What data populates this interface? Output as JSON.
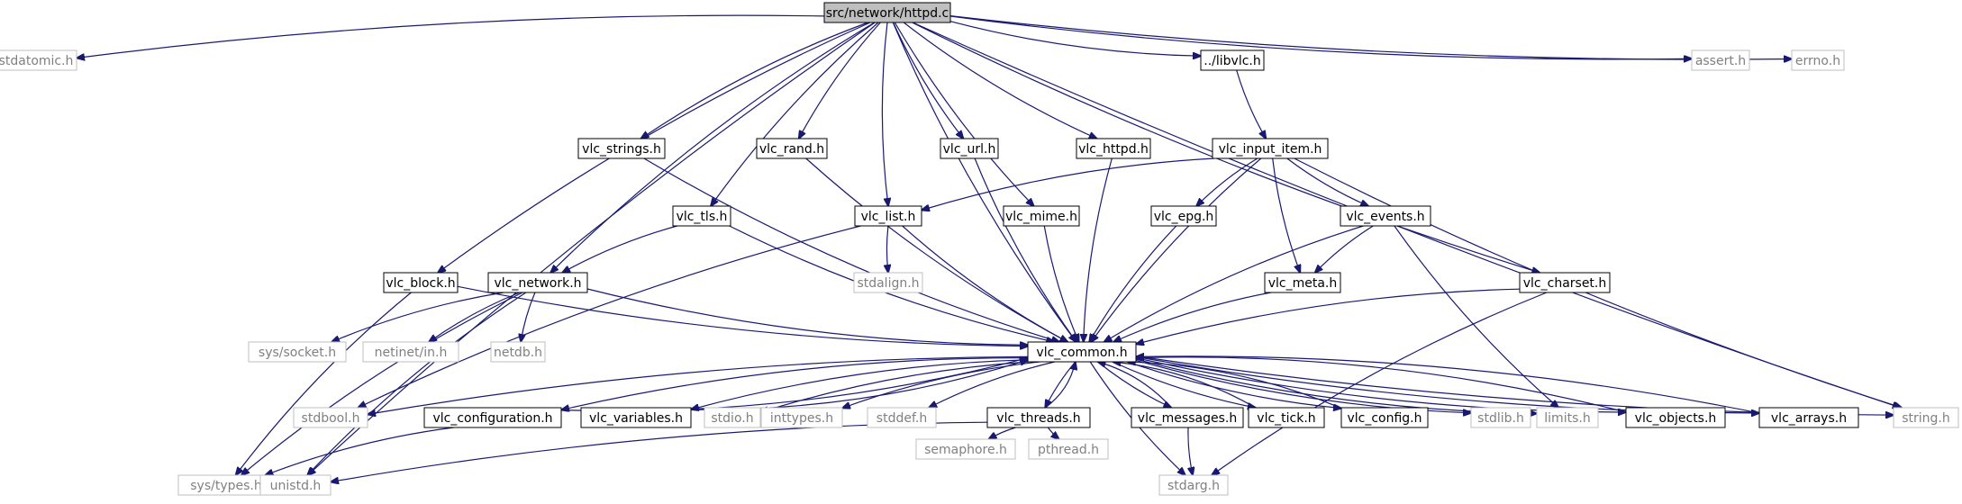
{
  "graph": {
    "colors": {
      "edge": "#191970",
      "root_fill": "#bfbfbf",
      "node_border": "#000000",
      "external_border": "#bfbfbf",
      "external_text": "#808080",
      "text": "#000000"
    },
    "nodes": [
      {
        "id": "httpd_c",
        "label": "src/network/httpd.c",
        "kind": "root"
      },
      {
        "id": "stdatomic",
        "label": "stdatomic.h",
        "kind": "external"
      },
      {
        "id": "libvlc",
        "label": "../libvlc.h",
        "kind": "internal"
      },
      {
        "id": "assert",
        "label": "assert.h",
        "kind": "external"
      },
      {
        "id": "errno",
        "label": "errno.h",
        "kind": "external"
      },
      {
        "id": "vlc_strings",
        "label": "vlc_strings.h",
        "kind": "internal"
      },
      {
        "id": "vlc_rand",
        "label": "vlc_rand.h",
        "kind": "internal"
      },
      {
        "id": "vlc_url",
        "label": "vlc_url.h",
        "kind": "internal"
      },
      {
        "id": "vlc_httpd",
        "label": "vlc_httpd.h",
        "kind": "internal"
      },
      {
        "id": "vlc_input_item",
        "label": "vlc_input_item.h",
        "kind": "internal"
      },
      {
        "id": "vlc_tls",
        "label": "vlc_tls.h",
        "kind": "internal"
      },
      {
        "id": "vlc_list",
        "label": "vlc_list.h",
        "kind": "internal"
      },
      {
        "id": "vlc_mime",
        "label": "vlc_mime.h",
        "kind": "internal"
      },
      {
        "id": "vlc_epg",
        "label": "vlc_epg.h",
        "kind": "internal"
      },
      {
        "id": "vlc_events",
        "label": "vlc_events.h",
        "kind": "internal"
      },
      {
        "id": "vlc_block",
        "label": "vlc_block.h",
        "kind": "internal"
      },
      {
        "id": "vlc_network",
        "label": "vlc_network.h",
        "kind": "internal"
      },
      {
        "id": "stdalign",
        "label": "stdalign.h",
        "kind": "external"
      },
      {
        "id": "vlc_meta",
        "label": "vlc_meta.h",
        "kind": "internal"
      },
      {
        "id": "vlc_charset",
        "label": "vlc_charset.h",
        "kind": "internal"
      },
      {
        "id": "sys_socket",
        "label": "sys/socket.h",
        "kind": "external"
      },
      {
        "id": "netinet_in",
        "label": "netinet/in.h",
        "kind": "external"
      },
      {
        "id": "netdb",
        "label": "netdb.h",
        "kind": "external"
      },
      {
        "id": "vlc_common",
        "label": "vlc_common.h",
        "kind": "internal"
      },
      {
        "id": "stdbool",
        "label": "stdbool.h",
        "kind": "external"
      },
      {
        "id": "vlc_configuration",
        "label": "vlc_configuration.h",
        "kind": "internal"
      },
      {
        "id": "vlc_variables",
        "label": "vlc_variables.h",
        "kind": "internal"
      },
      {
        "id": "stdio",
        "label": "stdio.h",
        "kind": "external"
      },
      {
        "id": "inttypes",
        "label": "inttypes.h",
        "kind": "external"
      },
      {
        "id": "stddef",
        "label": "stddef.h",
        "kind": "external"
      },
      {
        "id": "vlc_threads",
        "label": "vlc_threads.h",
        "kind": "internal"
      },
      {
        "id": "vlc_messages",
        "label": "vlc_messages.h",
        "kind": "internal"
      },
      {
        "id": "vlc_tick",
        "label": "vlc_tick.h",
        "kind": "internal"
      },
      {
        "id": "vlc_config",
        "label": "vlc_config.h",
        "kind": "internal"
      },
      {
        "id": "stdlib",
        "label": "stdlib.h",
        "kind": "external"
      },
      {
        "id": "limits",
        "label": "limits.h",
        "kind": "external"
      },
      {
        "id": "vlc_objects",
        "label": "vlc_objects.h",
        "kind": "internal"
      },
      {
        "id": "vlc_arrays",
        "label": "vlc_arrays.h",
        "kind": "internal"
      },
      {
        "id": "string",
        "label": "string.h",
        "kind": "external"
      },
      {
        "id": "sys_types",
        "label": "sys/types.h",
        "kind": "external"
      },
      {
        "id": "unistd",
        "label": "unistd.h",
        "kind": "external"
      },
      {
        "id": "semaphore",
        "label": "semaphore.h",
        "kind": "external"
      },
      {
        "id": "pthread",
        "label": "pthread.h",
        "kind": "external"
      },
      {
        "id": "stdarg",
        "label": "stdarg.h",
        "kind": "external"
      }
    ],
    "edges": [
      [
        "httpd_c",
        "stdatomic"
      ],
      [
        "httpd_c",
        "libvlc"
      ],
      [
        "httpd_c",
        "assert"
      ],
      [
        "httpd_c",
        "errno"
      ],
      [
        "httpd_c",
        "vlc_strings"
      ],
      [
        "httpd_c",
        "vlc_rand"
      ],
      [
        "httpd_c",
        "vlc_url"
      ],
      [
        "httpd_c",
        "vlc_httpd"
      ],
      [
        "httpd_c",
        "vlc_tls"
      ],
      [
        "httpd_c",
        "vlc_list"
      ],
      [
        "httpd_c",
        "vlc_mime"
      ],
      [
        "httpd_c",
        "vlc_block"
      ],
      [
        "httpd_c",
        "vlc_network"
      ],
      [
        "httpd_c",
        "vlc_charset"
      ],
      [
        "httpd_c",
        "vlc_common"
      ],
      [
        "httpd_c",
        "string"
      ],
      [
        "httpd_c",
        "unistd"
      ],
      [
        "libvlc",
        "vlc_input_item"
      ],
      [
        "vlc_input_item",
        "vlc_list"
      ],
      [
        "vlc_input_item",
        "vlc_epg"
      ],
      [
        "vlc_input_item",
        "vlc_events"
      ],
      [
        "vlc_input_item",
        "vlc_meta"
      ],
      [
        "vlc_input_item",
        "vlc_common"
      ],
      [
        "vlc_input_item",
        "string"
      ],
      [
        "vlc_strings",
        "vlc_common"
      ],
      [
        "vlc_rand",
        "vlc_common"
      ],
      [
        "vlc_url",
        "vlc_common"
      ],
      [
        "vlc_httpd",
        "vlc_common"
      ],
      [
        "vlc_tls",
        "vlc_network"
      ],
      [
        "vlc_tls",
        "vlc_common"
      ],
      [
        "vlc_list",
        "stdalign"
      ],
      [
        "vlc_list",
        "vlc_common"
      ],
      [
        "vlc_list",
        "stdbool"
      ],
      [
        "vlc_mime",
        "vlc_common"
      ],
      [
        "vlc_epg",
        "vlc_common"
      ],
      [
        "vlc_events",
        "vlc_meta"
      ],
      [
        "vlc_events",
        "vlc_common"
      ],
      [
        "vlc_events",
        "limits"
      ],
      [
        "vlc_meta",
        "vlc_common"
      ],
      [
        "vlc_block",
        "vlc_common"
      ],
      [
        "vlc_block",
        "sys_types"
      ],
      [
        "vlc_network",
        "vlc_common"
      ],
      [
        "vlc_network",
        "sys_socket"
      ],
      [
        "vlc_network",
        "netinet_in"
      ],
      [
        "vlc_network",
        "netdb"
      ],
      [
        "vlc_network",
        "sys_types"
      ],
      [
        "vlc_network",
        "unistd"
      ],
      [
        "vlc_charset",
        "vlc_common"
      ],
      [
        "vlc_charset",
        "stdarg"
      ],
      [
        "vlc_common",
        "stdbool"
      ],
      [
        "vlc_common",
        "vlc_configuration"
      ],
      [
        "vlc_common",
        "vlc_variables"
      ],
      [
        "vlc_common",
        "stdio"
      ],
      [
        "vlc_common",
        "inttypes"
      ],
      [
        "vlc_common",
        "stddef"
      ],
      [
        "vlc_common",
        "vlc_threads"
      ],
      [
        "vlc_common",
        "vlc_messages"
      ],
      [
        "vlc_common",
        "vlc_tick"
      ],
      [
        "vlc_common",
        "vlc_config"
      ],
      [
        "vlc_common",
        "stdlib"
      ],
      [
        "vlc_common",
        "limits"
      ],
      [
        "vlc_common",
        "vlc_objects"
      ],
      [
        "vlc_common",
        "vlc_arrays"
      ],
      [
        "vlc_common",
        "string"
      ],
      [
        "vlc_common",
        "stdarg"
      ],
      [
        "vlc_configuration",
        "vlc_common"
      ],
      [
        "vlc_configuration",
        "sys_types"
      ],
      [
        "vlc_variables",
        "vlc_common"
      ],
      [
        "vlc_threads",
        "vlc_common"
      ],
      [
        "vlc_threads",
        "unistd"
      ],
      [
        "vlc_threads",
        "semaphore"
      ],
      [
        "vlc_threads",
        "pthread"
      ],
      [
        "vlc_messages",
        "vlc_common"
      ],
      [
        "vlc_messages",
        "stdarg"
      ],
      [
        "vlc_tick",
        "vlc_common"
      ],
      [
        "vlc_config",
        "vlc_common"
      ],
      [
        "vlc_objects",
        "vlc_common"
      ],
      [
        "vlc_arrays",
        "vlc_common"
      ]
    ]
  }
}
